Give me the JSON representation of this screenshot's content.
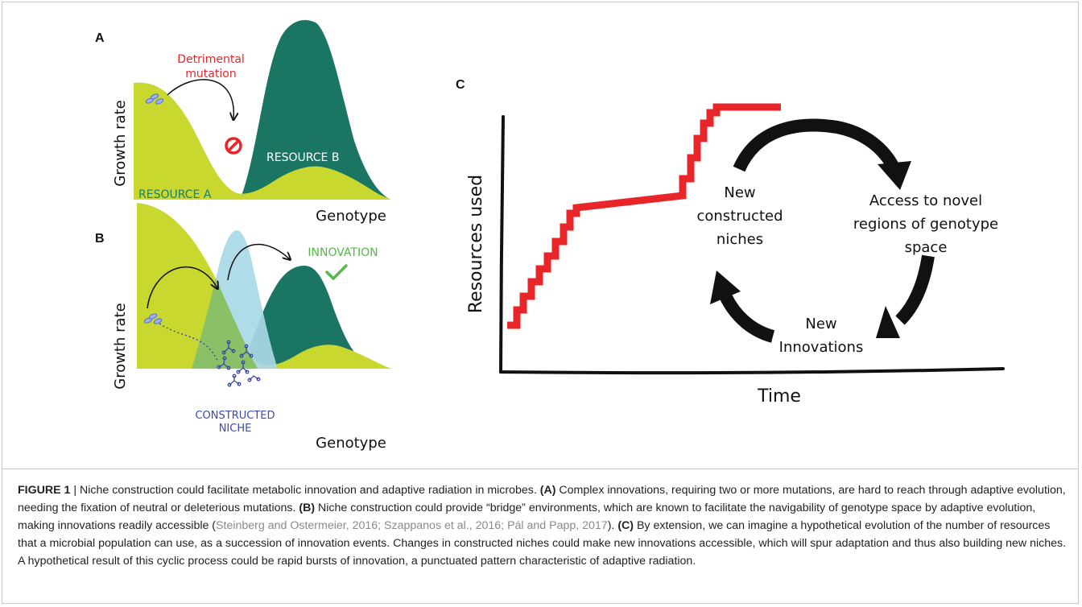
{
  "panel_a": {
    "letter": "A",
    "y_axis": "Growth rate",
    "x_axis": "Genotype",
    "resource_a": "RESOURCE A",
    "resource_b": "RESOURCE B",
    "mutation_label_line1": "Detrimental",
    "mutation_label_line2": "mutation"
  },
  "panel_b": {
    "letter": "B",
    "y_axis": "Growth rate",
    "x_axis": "Genotype",
    "niche_line1": "CONSTRUCTED",
    "niche_line2": "NICHE",
    "innovation": "INNOVATION"
  },
  "panel_c": {
    "letter": "C",
    "y_axis": "Resources used",
    "x_axis": "Time",
    "cycle_niches": [
      "New",
      "constructed",
      "niches"
    ],
    "cycle_access": [
      "Access to novel",
      "regions of genotype",
      "space"
    ],
    "cycle_innovations": [
      "New",
      "Innovations"
    ]
  },
  "colors": {
    "resource_a": "#c8d82e",
    "resource_b": "#1a7563",
    "niche": "#a9d8e6",
    "overlap_green": "#86bf5a",
    "red": "#e8262a",
    "innovation_green": "#56b848",
    "niche_text": "#3b4aa8"
  },
  "caption": {
    "figure_label": "FIGURE 1",
    "separator": " | ",
    "title": "Niche construction could facilitate metabolic innovation and adaptive radiation in microbes. ",
    "a_label": "(A)",
    "a_text": " Complex innovations, requiring two or more mutations, are hard to reach through adaptive evolution, needing the fixation of neutral or deleterious mutations. ",
    "b_label": "(B)",
    "b_text": " Niche construction could provide “bridge” environments, which are known to facilitate the navigability of genotype space by adaptive evolution, making innovations readily accessible (",
    "citations": "Steinberg and Ostermeier, 2016; Szappanos et al., 2016; Pál and Papp, 2017",
    "b_text_end": "). ",
    "c_label": "(C)",
    "c_text": " By extension, we can imagine a hypothetical evolution of the number of resources that a microbial population can use, as a succession of innovation events. Changes in constructed niches could make new innovations accessible, which will spur adaptation and thus also building new niches. A hypothetical result of this cyclic process could be rapid bursts of innovation, a punctuated pattern characteristic of adaptive radiation."
  }
}
